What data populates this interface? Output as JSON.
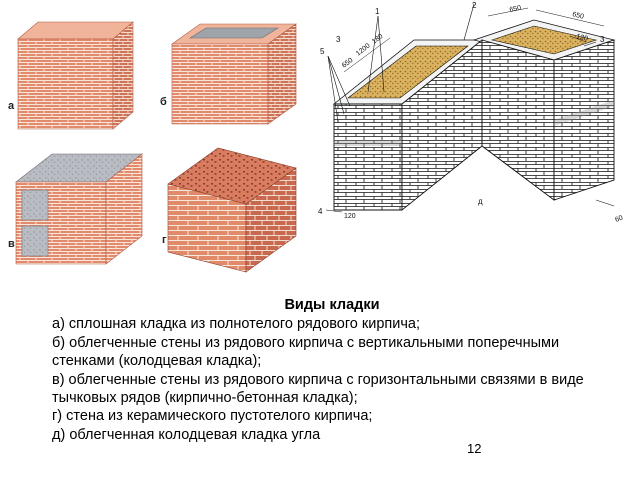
{
  "figures": {
    "a": {
      "label": "а"
    },
    "b": {
      "label": "б"
    },
    "v": {
      "label": "в"
    },
    "g": {
      "label": "г"
    },
    "d": {
      "label": "д",
      "callouts": [
        "1",
        "2",
        "3",
        "3",
        "4",
        "5"
      ],
      "dimensions": [
        "650",
        "650",
        "1200",
        "180",
        "650",
        "120",
        "60",
        "120"
      ]
    }
  },
  "caption": {
    "title": "Виды кладки",
    "lines": [
      "а) сплошная кладка из полнотелого рядового кирпича;",
      "б) облегченные стены из рядового кирпича с вертикальными поперечными стенками (колодцевая кладка);",
      "в) облегченные стены из рядового кирпича с горизонтальными связями в виде тычковых рядов (кирпично-бетонная кладка);",
      "г) стена из керамического пустотелого кирпича;",
      "д) облегченная колодцевая кладка угла"
    ]
  },
  "page_number": "12",
  "colors": {
    "brick": "#e0876a",
    "brick_light": "#f0b49a",
    "mortar": "#f5e3d6",
    "fill_gray": "#b9bcc2",
    "fill_yellow": "#d9b25a"
  }
}
